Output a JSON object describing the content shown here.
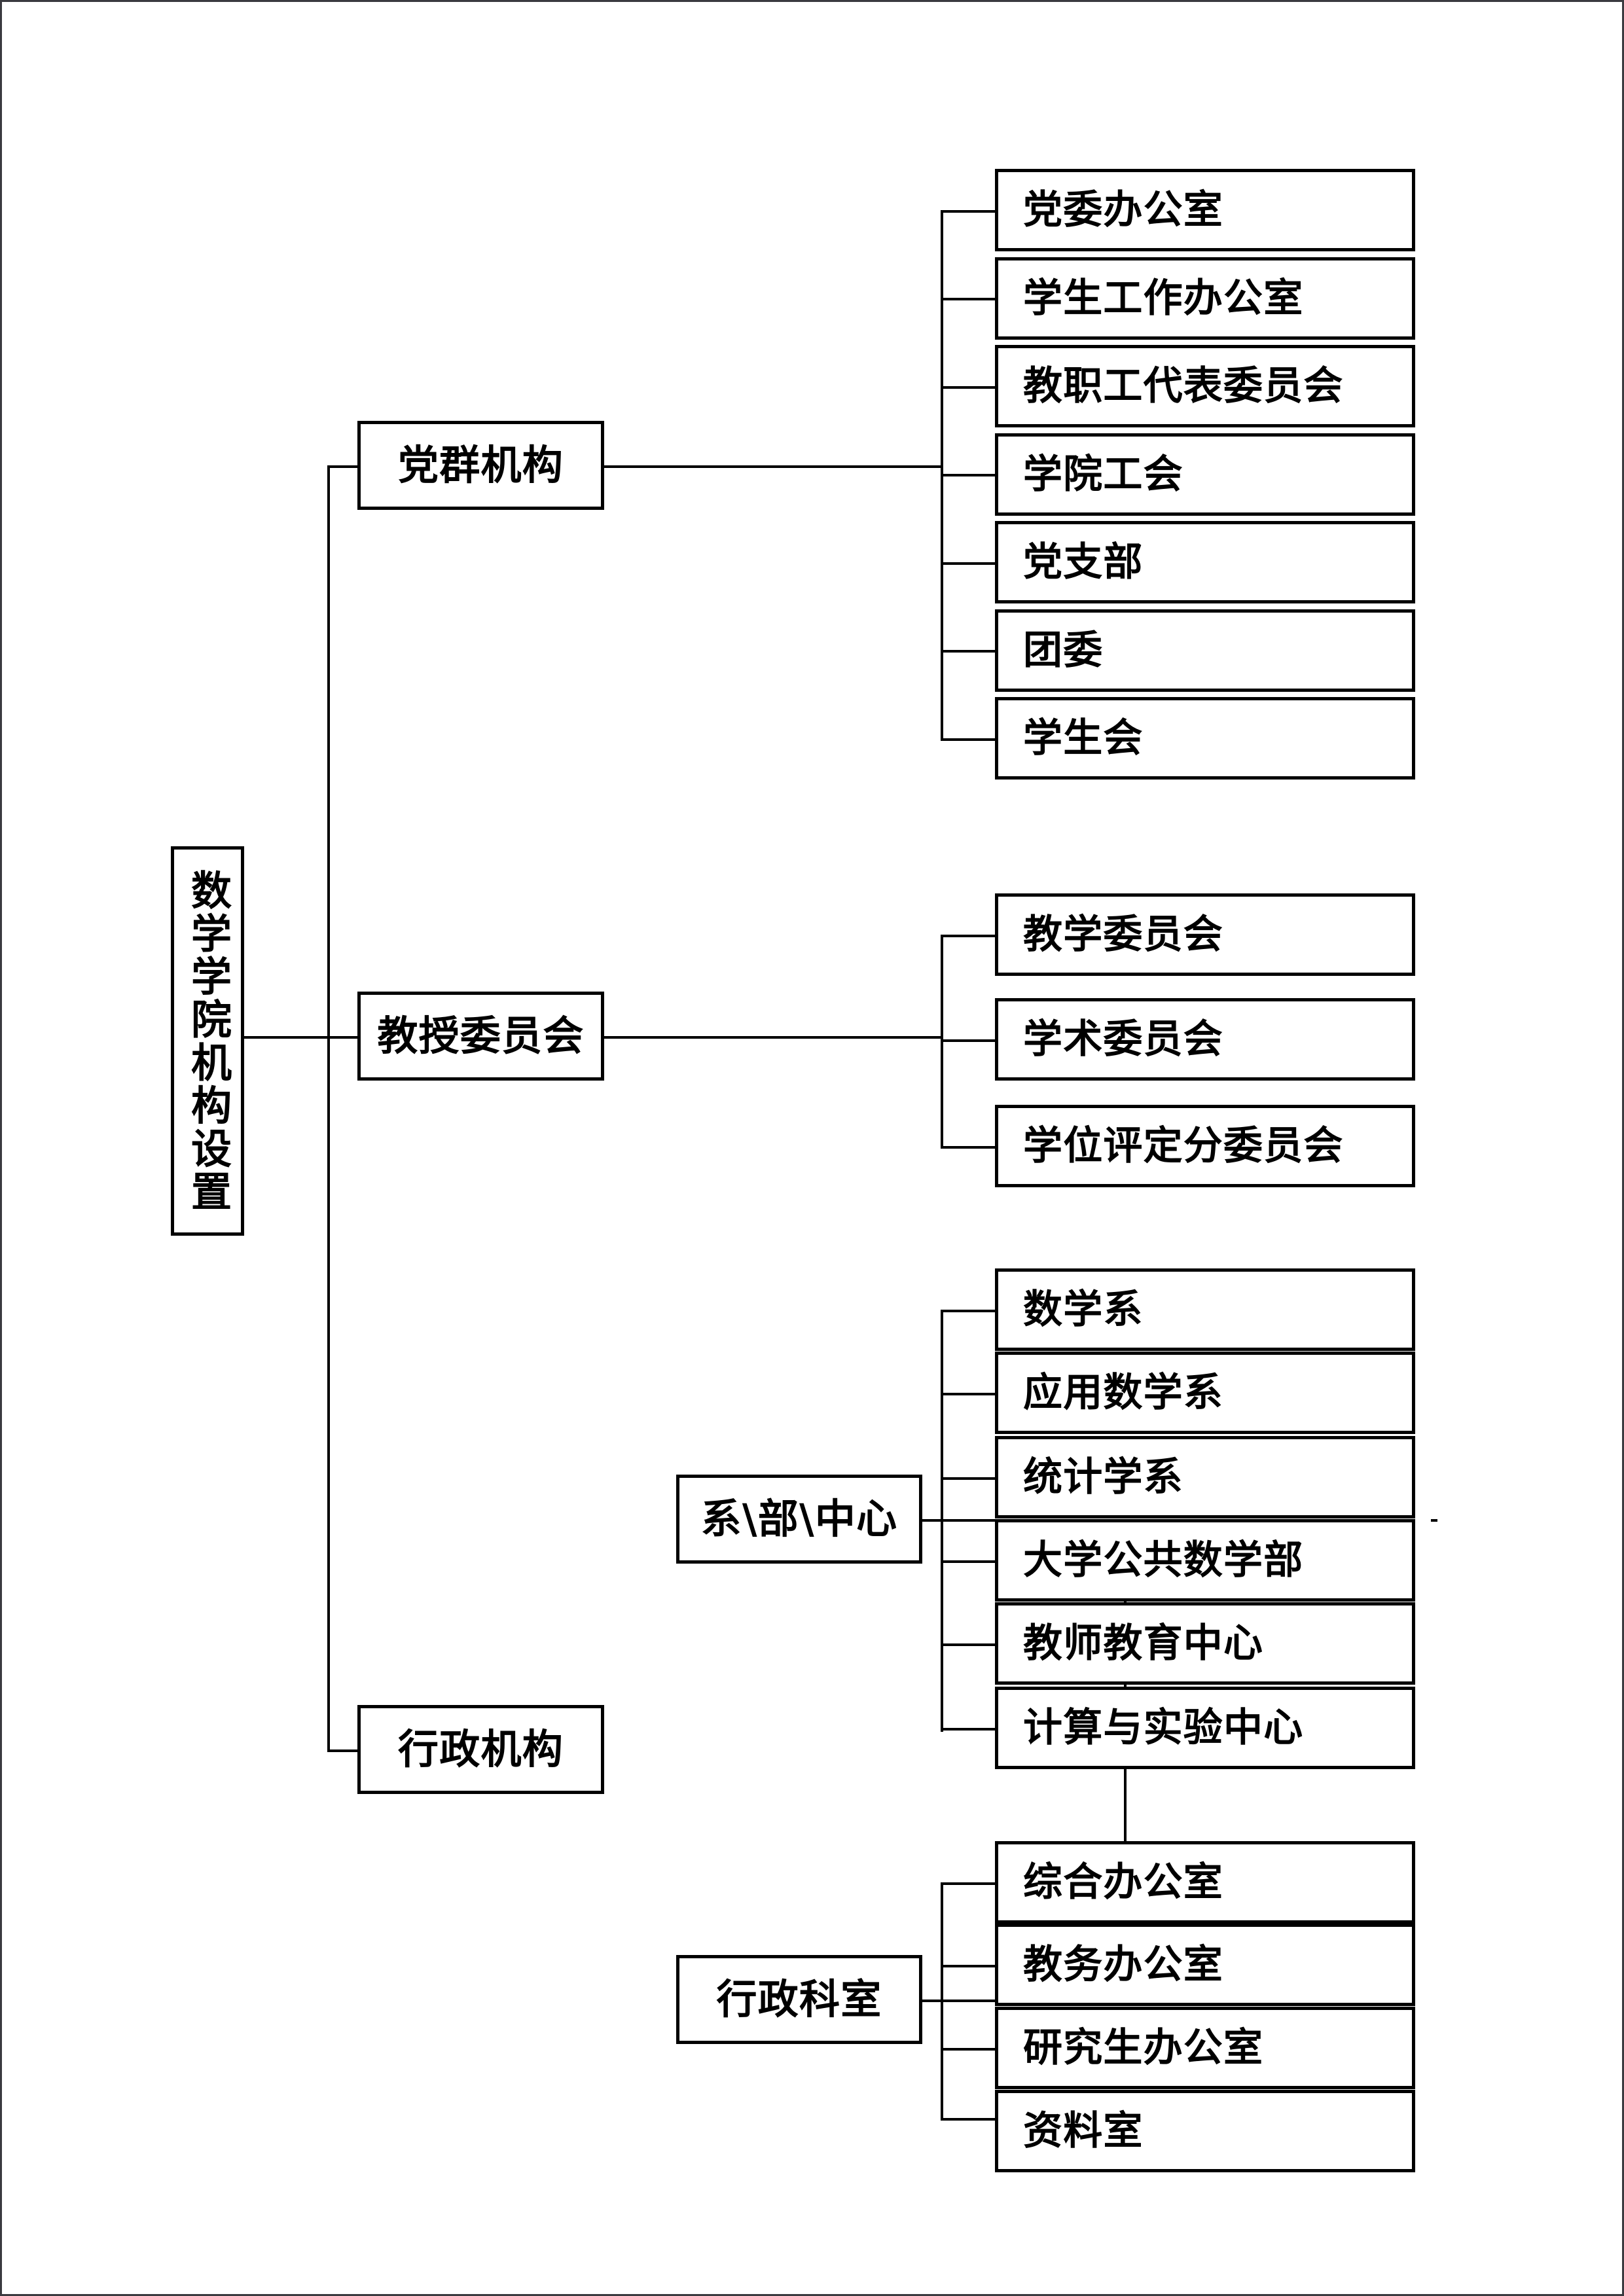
{
  "diagram": {
    "title": "数学学院机构设置",
    "root": {
      "label": "数学学院机构设置"
    },
    "branches": [
      {
        "label": "党群机构",
        "children": [
          {
            "label": "党委办公室"
          },
          {
            "label": "学生工作办公室"
          },
          {
            "label": "教职工代表委员会"
          },
          {
            "label": "学院工会"
          },
          {
            "label": "党支部"
          },
          {
            "label": "团委"
          },
          {
            "label": "学生会"
          }
        ]
      },
      {
        "label": "教授委员会",
        "children": [
          {
            "label": "教学委员会"
          },
          {
            "label": "学术委员会"
          },
          {
            "label": "学位评定分委员会"
          }
        ]
      },
      {
        "label": "行政机构",
        "groups": [
          {
            "label": "系\\部\\中心",
            "children": [
              {
                "label": "数学系"
              },
              {
                "label": "应用数学系"
              },
              {
                "label": "统计学系"
              },
              {
                "label": "大学公共数学部"
              },
              {
                "label": "教师教育中心"
              },
              {
                "label": "计算与实验中心"
              }
            ]
          },
          {
            "label": "行政科室",
            "children": [
              {
                "label": "综合办公室"
              },
              {
                "label": "教务办公室"
              },
              {
                "label": "研究生办公室"
              },
              {
                "label": "资料室"
              }
            ]
          }
        ]
      }
    ],
    "colors": {
      "line": "#000000",
      "box_fill": "#ffffff",
      "text": "#000000",
      "page_border": "#3a3a3f"
    }
  }
}
